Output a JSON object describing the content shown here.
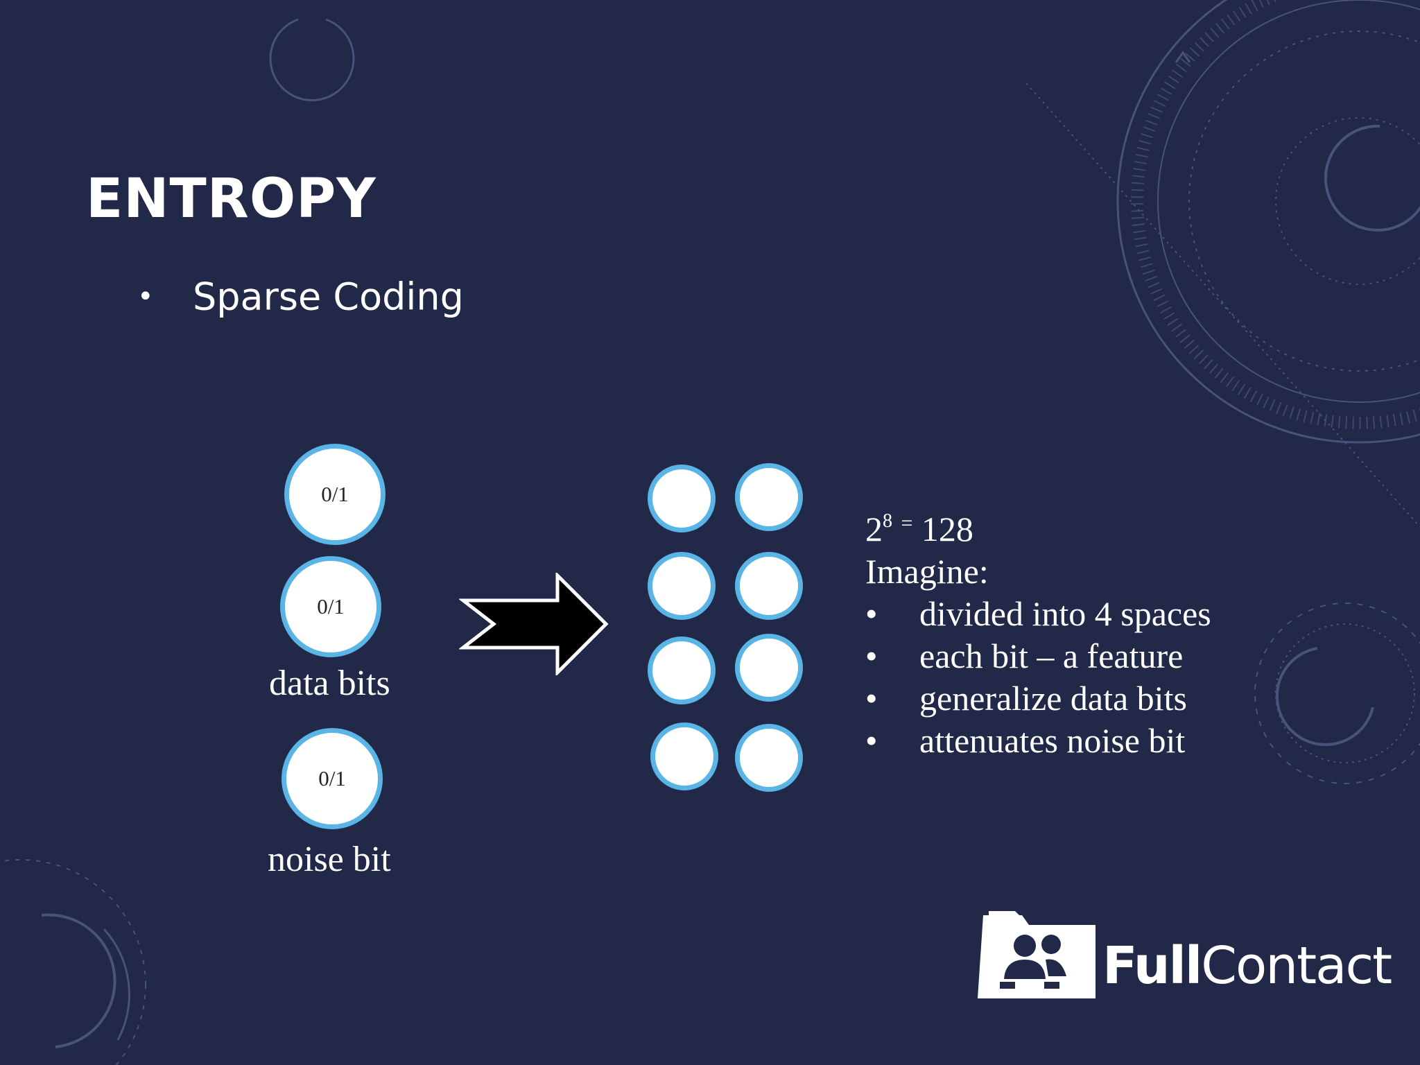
{
  "slide": {
    "title": "ENTROPY",
    "bullet_symbol": "•",
    "bullet_text": "Sparse Coding"
  },
  "diagram": {
    "input_bits": [
      {
        "value": "0/1"
      },
      {
        "value": "0/1"
      },
      {
        "value": "0/1"
      }
    ],
    "data_bits_label": "data bits",
    "noise_bit_label": "noise bit",
    "arrow_icon": "right-arrow-icon",
    "output_bits_count": 8
  },
  "notes": {
    "formula_base": "2",
    "formula_exp": "8",
    "formula_eq": "=",
    "formula_result": "128",
    "imagine": "Imagine:",
    "items": [
      "divided into 4 spaces",
      "each bit – a feature",
      "generalize data bits",
      "attenuates noise bit"
    ]
  },
  "logo": {
    "name_bold": "Full",
    "name_regular": "Contact",
    "icon": "fullcontact-logo-icon"
  },
  "colors": {
    "background": "#212848",
    "circle_border": "#5ab4e5",
    "decor": "#4a5578"
  }
}
